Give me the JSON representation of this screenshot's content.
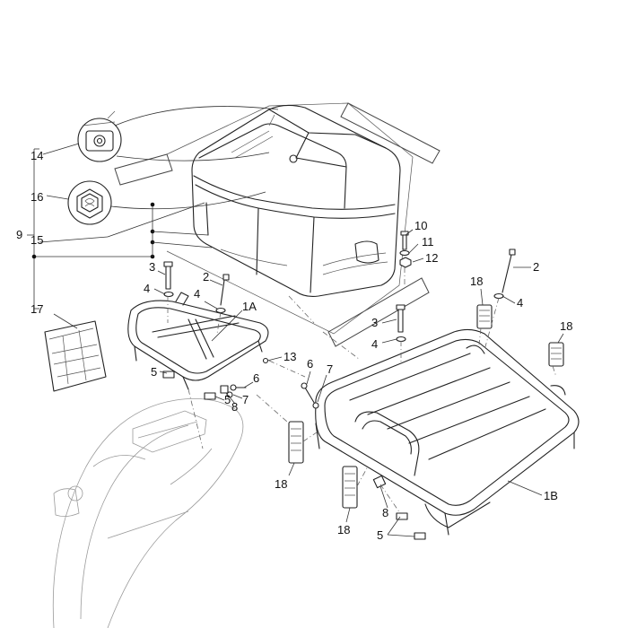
{
  "diagram": {
    "labels": {
      "l14": "14",
      "l16": "16",
      "l9": "9",
      "l15": "15",
      "l17": "17",
      "l3a": "3",
      "l2a": "2",
      "l4a": "4",
      "l4b": "4",
      "l1A": "1A",
      "l13": "13",
      "l5a": "5",
      "l5b": "5",
      "l6a": "6",
      "l7a": "7",
      "l8a": "8",
      "l10": "10",
      "l11": "11",
      "l12": "12",
      "l3b": "3",
      "l4c": "4",
      "l6b": "6",
      "l7b": "7",
      "l2b": "2",
      "l18a": "18",
      "l4d": "4",
      "l18b": "18",
      "l18c": "18",
      "l18d": "18",
      "l8b": "8",
      "l5c": "5",
      "l1B": "1B"
    }
  }
}
